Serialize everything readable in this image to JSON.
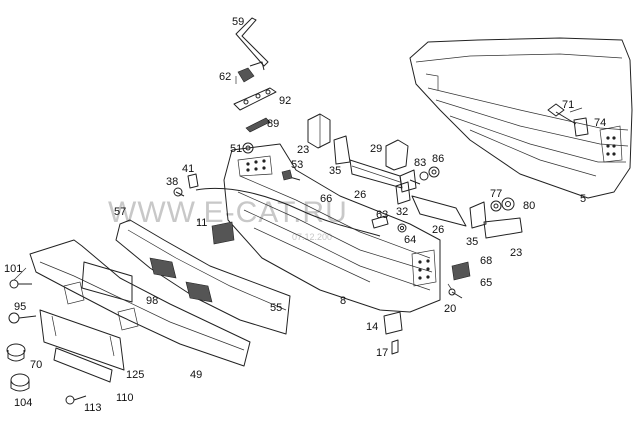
{
  "watermark": {
    "text": "WWW.E-CAT.RU",
    "date": "07.12.200"
  },
  "labels": [
    "59",
    "62",
    "92",
    "89",
    "51",
    "23",
    "53",
    "35",
    "29",
    "86",
    "83",
    "71",
    "74",
    "41",
    "38",
    "66",
    "26",
    "77",
    "80",
    "57",
    "11",
    "63",
    "32",
    "26",
    "64",
    "35",
    "5",
    "23",
    "101",
    "95",
    "98",
    "55",
    "68",
    "65",
    "8",
    "70",
    "104",
    "125",
    "49",
    "14",
    "20",
    "17",
    "113",
    "110"
  ]
}
